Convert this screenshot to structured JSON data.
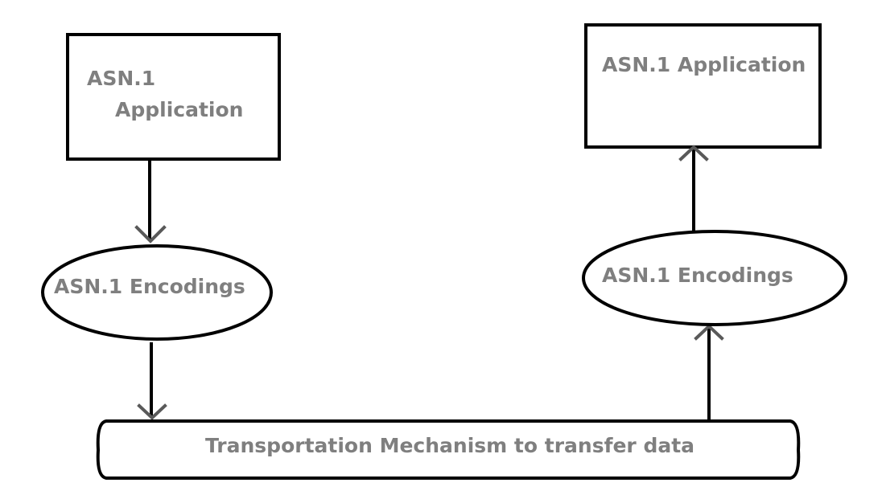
{
  "colors": {
    "outline": "#000000",
    "arrowhead": "#595959",
    "text": "#7f7f7f",
    "background": "#ffffff"
  },
  "left_application": {
    "line1": "ASN.1",
    "line2": "Application"
  },
  "right_application": {
    "label": "ASN.1 Application"
  },
  "left_encodings": {
    "label": "ASN.1 Encodings"
  },
  "right_encodings": {
    "label": "ASN.1 Encodings"
  },
  "transport": {
    "label": "Transportation Mechanism to transfer data"
  }
}
